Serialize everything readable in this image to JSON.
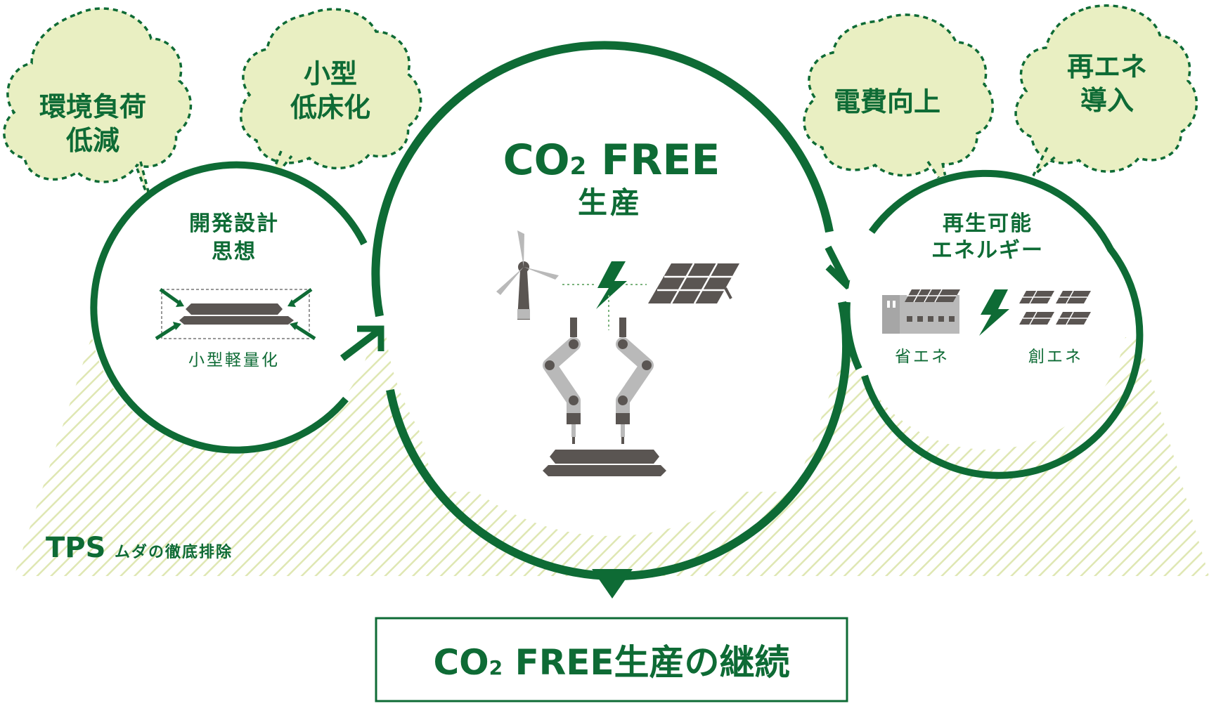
{
  "colors": {
    "primary_green": "#0e6b35",
    "cloud_fill": "#e9efc2",
    "hatch": "#dfe7b3",
    "machine_gray": "#5a5552",
    "icon_gray": "#b9b9b9"
  },
  "clouds": [
    {
      "line1": "環境負荷",
      "line2": "低減"
    },
    {
      "line1": "小型",
      "line2": "低床化"
    },
    {
      "line1": "電費向上",
      "line2": ""
    },
    {
      "line1": "再エネ",
      "line2": "導入"
    }
  ],
  "left_circle": {
    "title_line1": "開発設計",
    "title_line2": "思想",
    "caption": "小型軽量化"
  },
  "center_circle": {
    "title_co": "CO",
    "title_sub": "2",
    "title_free": " FREE",
    "title_line2": "生産"
  },
  "right_circle": {
    "title_line1": "再生可能",
    "title_line2": "エネルギー",
    "caption_left": "省エネ",
    "caption_right": "創エネ"
  },
  "tps": {
    "label": "TPS",
    "sub": "ムダの徹底排除"
  },
  "result": {
    "co": "CO",
    "sub": "2",
    "rest": " FREE生産の継続"
  },
  "icons": {
    "wind": "wind-turbine-icon",
    "bolt": "lightning-icon",
    "solar": "solar-panel-icon",
    "robot": "robot-arm-icon",
    "factory": "factory-icon",
    "compress": "compress-arrows-icon"
  }
}
